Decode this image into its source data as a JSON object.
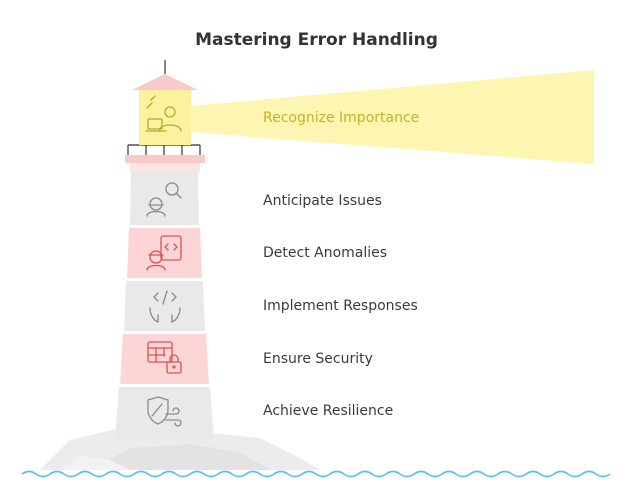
{
  "title": "Mastering Error Handling",
  "colors": {
    "light_beam": "#fdf6b2",
    "lamp_room": "#fbf2a0",
    "roof": "#f9caca",
    "band_pink": "#fcd6d6",
    "band_gray": "#e9e9e9",
    "icon_gray": "#8a8a8a",
    "icon_red": "#d9534f",
    "icon_gold": "#b9a72b",
    "water": "#57c1e8",
    "rock": "#ececec",
    "highlight_text": "#c8b320"
  },
  "steps": [
    {
      "label": "Recognize Importance",
      "icon": "person-laptop-icon",
      "highlight": true
    },
    {
      "label": "Anticipate Issues",
      "icon": "person-search-icon"
    },
    {
      "label": "Detect Anomalies",
      "icon": "engineer-code-icon"
    },
    {
      "label": "Implement Responses",
      "icon": "hands-code-icon"
    },
    {
      "label": "Ensure Security",
      "icon": "table-lock-icon"
    },
    {
      "label": "Achieve Resilience",
      "icon": "shield-wind-icon"
    }
  ]
}
